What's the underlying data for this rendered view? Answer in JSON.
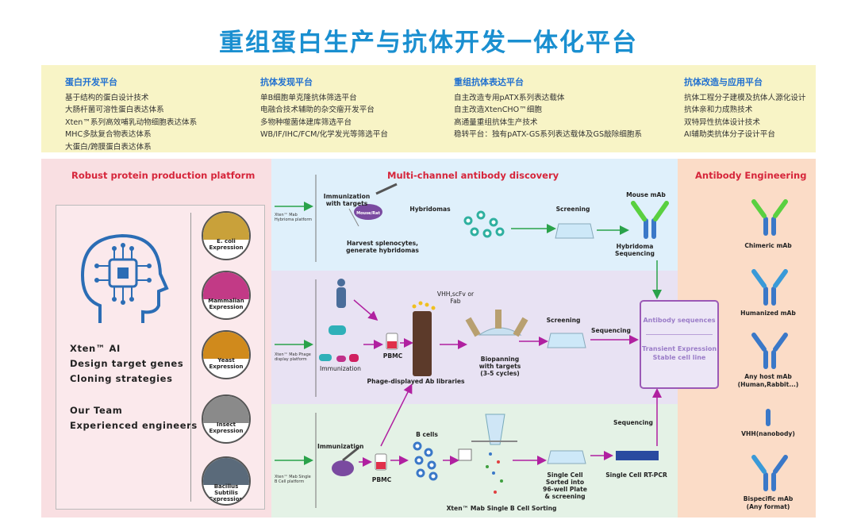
{
  "title": "重组蛋白生产与抗体开发一体化平台",
  "top": {
    "cols": [
      {
        "heading": "蛋白开发平台",
        "items": [
          "基于结构的蛋白设计技术",
          "大肠杆菌可溶性蛋白表达体系",
          "Xten™系列高效哺乳动物细胞表达体系",
          "MHC多肽复合物表达体系",
          "大蛋白/跨膜蛋白表达体系"
        ]
      },
      {
        "heading": "抗体发现平台",
        "items": [
          "单B细胞单克隆抗体筛选平台",
          "电融合技术辅助的杂交瘤开发平台",
          "多物种噬菌体建库筛选平台",
          "WB/IF/IHC/FCM/化学发光等筛选平台"
        ]
      },
      {
        "heading": "重组抗体表达平台",
        "items": [
          "自主改造专用pATX系列表达载体",
          "自主改造XtenCHO™细胞",
          "高通量重组抗体生产技术",
          "稳转平台：独有pATX-GS系列表达载体及GS敲除细胞系"
        ]
      },
      {
        "heading": "抗体改造与应用平台",
        "items": [
          "抗体工程分子建模及抗体人源化设计",
          "抗体亲和力成熟技术",
          "双特异性抗体设计技术",
          "AI辅助类抗体分子设计平台"
        ]
      }
    ]
  },
  "left": {
    "heading": "Robust protein production platform",
    "lines": [
      "Xten™ AI",
      "Design target genes",
      "Cloning strategies"
    ],
    "lines2": [
      "Our Team",
      "Experienced engineers"
    ],
    "circles": [
      {
        "name": "E. coli",
        "sub": "Expression",
        "color": "#c9a13a"
      },
      {
        "name": "Mammalian",
        "sub": "Expression",
        "color": "#c23a86"
      },
      {
        "name": "Yeast",
        "sub": "Expression",
        "color": "#d08a1c"
      },
      {
        "name": "Insect",
        "sub": "Expression",
        "color": "#8a8a8a"
      },
      {
        "name": "Bacillus Subtilis",
        "sub": "Expression",
        "color": "#5a6a7a"
      }
    ]
  },
  "middle": {
    "heading": "Multi-channel antibody discovery",
    "hybridoma": {
      "platform": "Xten™ Mab Hybrioma platform",
      "immunization": "Immunization with targets",
      "mouse_label": "Mouse/Rat",
      "hybridomas": "Hybridomas",
      "harvest": "Harvest splenocytes, generate hybridomas",
      "screening": "Screening",
      "mouse_mab": "Mouse mAb",
      "sequencing": "Hybridoma Sequencing"
    },
    "phage": {
      "platform": "Xten™ Mab Phage display platform",
      "immunization": "Immunization",
      "pbmc": "PBMC",
      "vhh": "VHH,scFv or Fab",
      "libraries": "Phage-displayed Ab libraries",
      "biopanning": "Biopanning with targets (3-5 cycles)",
      "screening": "Screening",
      "sequencing": "Sequencing"
    },
    "single_b": {
      "platform": "Xten™ Mab Single B Cell platform",
      "immunization": "Immunization",
      "pbmc": "PBMC",
      "bcells": "B cells",
      "sorted": "Single Cell Sorted into 96-well Plate & screening",
      "sequencing": "Sequencing",
      "rtpcr": "Single Cell RT-PCR",
      "sorting": "Xten™ Mab Single B Cell Sorting"
    },
    "final": {
      "seq": "Antibody sequences",
      "expr1": "Transient Expression",
      "expr2": "Stable cell line"
    }
  },
  "right": {
    "heading": "Antibody  Engineering",
    "items": [
      "Chimeric mAb",
      "Humanized mAb",
      "Any host mAb",
      "(Human,Rabbit...)",
      "VHH(nanobody)",
      "Bispecific mAb",
      "(Any format)"
    ]
  },
  "colors": {
    "title": "#1a8fd0",
    "heading_blue": "#1f6fd0",
    "heading_red": "#d6253a",
    "arrow_green": "#2aa24a",
    "arrow_purple": "#b020a0"
  }
}
